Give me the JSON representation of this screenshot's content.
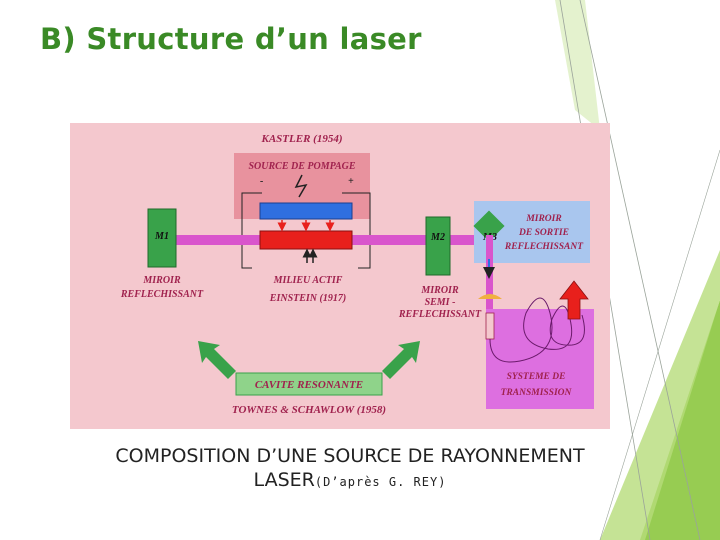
{
  "slide": {
    "title": "B) Structure d’un laser"
  },
  "figure": {
    "kastler": "KASTLER (1954)",
    "source_pompage": "SOURCE DE POMPAGE",
    "minus": "-",
    "plus": "+",
    "m1": "M1",
    "m2": "M2",
    "m3": "M3",
    "miroir_left_1": "MIROIR",
    "miroir_left_2": "REFLECHISSANT",
    "milieu_actif": "MILIEU ACTIF",
    "einstein": "EINSTEIN (1917)",
    "miroir_semi_1": "MIROIR",
    "miroir_semi_2": "SEMI -",
    "miroir_semi_3": "REFLECHISSANT",
    "miroir_sortie_1": "MIROIR",
    "miroir_sortie_2": "DE SORTIE",
    "miroir_sortie_3": "REFLECHISSANT",
    "systeme_1": "SYSTEME DE",
    "systeme_2": "TRANSMISSION",
    "cavite": "CAVITE RESONANTE",
    "townes": "TOWNES & SCHAWLOW (1958)",
    "colors": {
      "background": "#f4c8ce",
      "mirror": "#39a24a",
      "beam": "#d955cc",
      "pump_box": "#e8929e",
      "blue_slab": "#2f6fe0",
      "red_slab": "#e8201c",
      "output_box": "#a9c6ee",
      "transmission_box": "#dd6fe0",
      "label": "#a0224e"
    }
  },
  "caption": {
    "line1": "COMPOSITION D’UNE SOURCE DE RAYONNEMENT",
    "line2_main": "LASER",
    "line2_small": "(D’après G. REY)"
  }
}
